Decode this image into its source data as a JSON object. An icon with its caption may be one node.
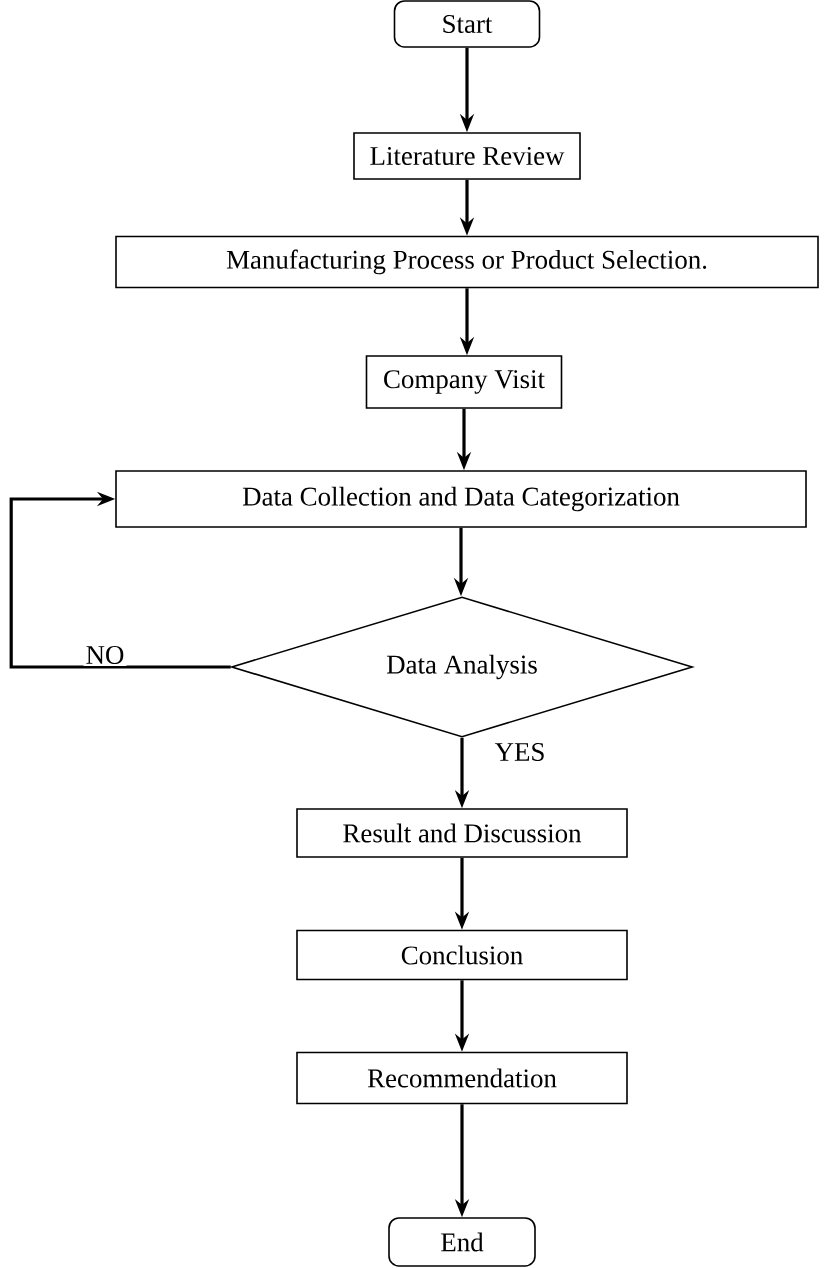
{
  "diagram": {
    "nodes": [
      {
        "text": [
          "Start"
        ]
      },
      {
        "text": [
          "Literature Review"
        ]
      },
      {
        "text": [
          "Manufacturing Process or Product Selection."
        ]
      },
      {
        "text": [
          "Company Visit"
        ]
      },
      {
        "text": [
          "Data Collection and Data Categorization"
        ]
      },
      {
        "text": [
          "Data Analysis"
        ]
      },
      {
        "text": [
          "Result and Discussion"
        ]
      },
      {
        "text": [
          "Conclusion"
        ]
      },
      {
        "text": [
          "Recommendation"
        ]
      },
      {
        "text": [
          "End"
        ]
      }
    ],
    "edges": [
      {
        "from": 0,
        "to": 1,
        "arrow": "to"
      },
      {
        "from": 1,
        "to": 2,
        "arrow": "to"
      },
      {
        "from": 2,
        "to": 3,
        "arrow": "to"
      },
      {
        "from": 3,
        "to": 4,
        "arrow": "to"
      },
      {
        "from": 4,
        "to": 5,
        "arrow": "to"
      },
      {
        "from": 5,
        "to": 4,
        "arrow": "to",
        "label": "NO"
      },
      {
        "from": 5,
        "to": 6,
        "arrow": "to",
        "label": "YES"
      },
      {
        "from": 6,
        "to": 7,
        "arrow": "to"
      },
      {
        "from": 7,
        "to": 8,
        "arrow": "to"
      },
      {
        "from": 8,
        "to": 9,
        "arrow": "to"
      }
    ]
  }
}
